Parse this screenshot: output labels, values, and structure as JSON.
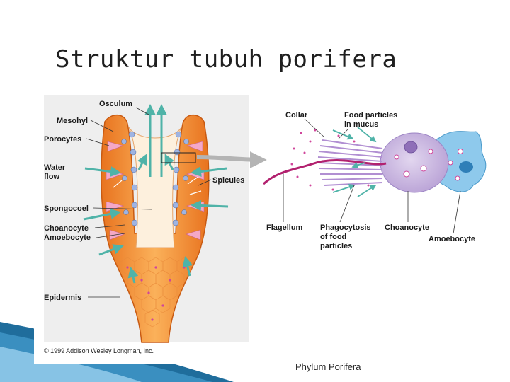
{
  "slide": {
    "title": "Struktur tubuh porifera",
    "footer": "Phylum Porifera"
  },
  "sponge_diagram": {
    "labels": {
      "osculum": "Osculum",
      "mesohyl": "Mesohyl",
      "porocytes": "Porocytes",
      "water_flow_1": "Water",
      "water_flow_2": "flow",
      "spongocoel": "Spongocoel",
      "choanocyte": "Choanocyte",
      "amoebocyte": "Amoebocyte",
      "epidermis": "Epidermis",
      "spicules": "Spicules"
    },
    "copyright": "© 1999 Addison Wesley Longman, Inc."
  },
  "cell_diagram": {
    "labels": {
      "collar": "Collar",
      "food_particles_1": "Food particles",
      "food_particles_2": "in mucus",
      "flagellum": "Flagellum",
      "phagocytosis_1": "Phagocytosis",
      "phagocytosis_2": "of food",
      "phagocytosis_3": "particles",
      "choanocyte": "Choanocyte",
      "amoebocyte": "Amoebocyte"
    }
  },
  "colors": {
    "body_orange": "#f59a3c",
    "water_arrow": "#4fb3a8",
    "cell_purple": "#c9b6e0",
    "amoebocyte_blue": "#8ec9ec",
    "accent_blue": "#1f6d9c"
  }
}
